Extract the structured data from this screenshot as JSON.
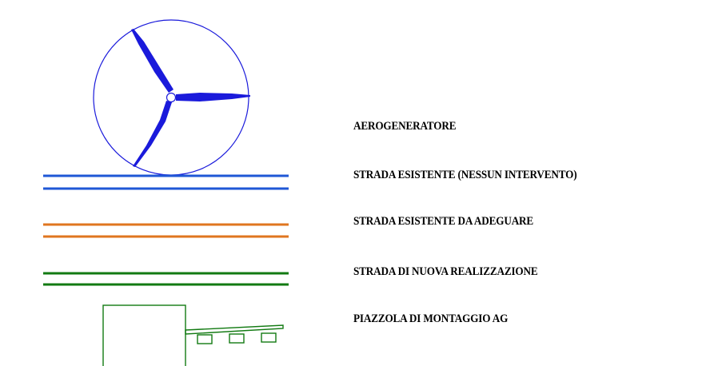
{
  "legend": {
    "items": [
      {
        "key": "aerogeneratore",
        "label": "AEROGENERATORE",
        "symbol": "wind-turbine",
        "color": "#1a1adb"
      },
      {
        "key": "strada_esistente",
        "label": "STRADA ESISTENTE (NESSUN INTERVENTO)",
        "symbol": "double-line",
        "color": "#1f57d6"
      },
      {
        "key": "strada_adeguare",
        "label": "STRADA ESISTENTE DA ADEGUARE",
        "symbol": "double-line",
        "color": "#e0761f"
      },
      {
        "key": "strada_nuova",
        "label": "STRADA DI NUOVA REALIZZAZIONE",
        "symbol": "double-line",
        "color": "#127a12"
      },
      {
        "key": "piazzola",
        "label": "PIAZZOLA DI MONTAGGIO AG",
        "symbol": "assembly-pad",
        "color": "#127a12"
      }
    ]
  }
}
